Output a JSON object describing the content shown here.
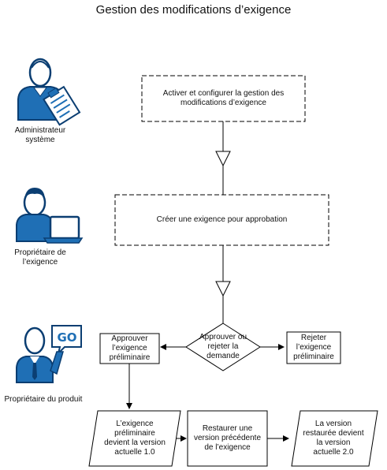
{
  "title": "Gestion des modifications d’exigence",
  "roles": [
    {
      "label_line1": "Administrateur",
      "label_line2": "système"
    },
    {
      "label_line1": "Propriétaire de",
      "label_line2": "l’exigence"
    },
    {
      "label_line1": "Propriétaire du produit",
      "label_line2": ""
    }
  ],
  "speech_bubble_text": "GO",
  "steps": {
    "enable_configure": "Activer et configurer la gestion des modifications d’exigence",
    "create_requirement": "Créer une exigence pour approbation",
    "decision": "Approuver ou rejeter la demande",
    "approve_draft": "Approuver l’exigence préliminaire",
    "reject_draft": "Rejeter l’exigence préliminaire",
    "draft_becomes_current": "L’exigence préliminaire devient la version actuelle 1.0",
    "restore_previous": "Restaurer une version précédente de l’exigence",
    "restored_becomes_current": "La version restaurée devient la version actuelle 2.0"
  },
  "colors": {
    "role_blue": "#1f6fb5",
    "role_dark": "#0b3e72",
    "line": "#000000"
  },
  "icons": [
    "administrator-clipboard-icon",
    "owner-laptop-icon",
    "product-owner-go-icon"
  ]
}
